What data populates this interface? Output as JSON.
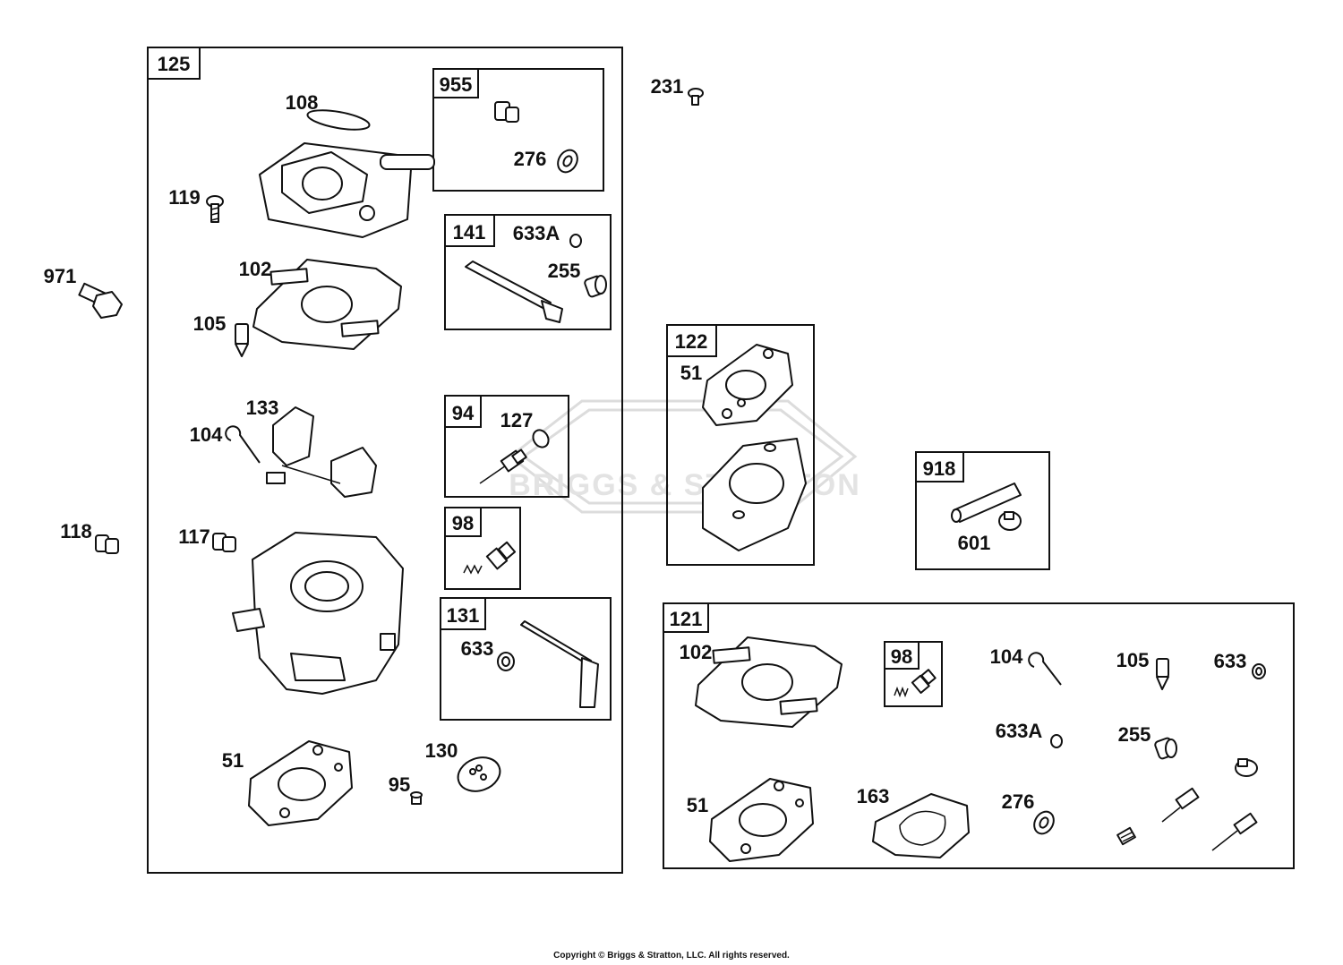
{
  "watermark": "BRIGGS & STRATTON",
  "copyright": "Copyright © Briggs & Stratton, LLC. All rights reserved.",
  "groups": {
    "g125": "125",
    "g955": "955",
    "g141": "141",
    "g94": "94",
    "g98a": "98",
    "g131": "131",
    "g122": "122",
    "g918": "918",
    "g121": "121",
    "g98b": "98"
  },
  "labels": {
    "p108": "108",
    "p119": "119",
    "p102a": "102",
    "p105a": "105",
    "p133": "133",
    "p104a": "104",
    "p117": "117",
    "p51a": "51",
    "p95": "95",
    "p130": "130",
    "p276a": "276",
    "p633Aa": "633A",
    "p255a": "255",
    "p127": "127",
    "p633a": "633",
    "p971": "971",
    "p118": "118",
    "p231": "231",
    "p51b": "51",
    "p601": "601",
    "p102b": "102",
    "p104b": "104",
    "p105b": "105",
    "p633b": "633",
    "p633Ab": "633A",
    "p255b": "255",
    "p51c": "51",
    "p163": "163",
    "p276b": "276"
  }
}
